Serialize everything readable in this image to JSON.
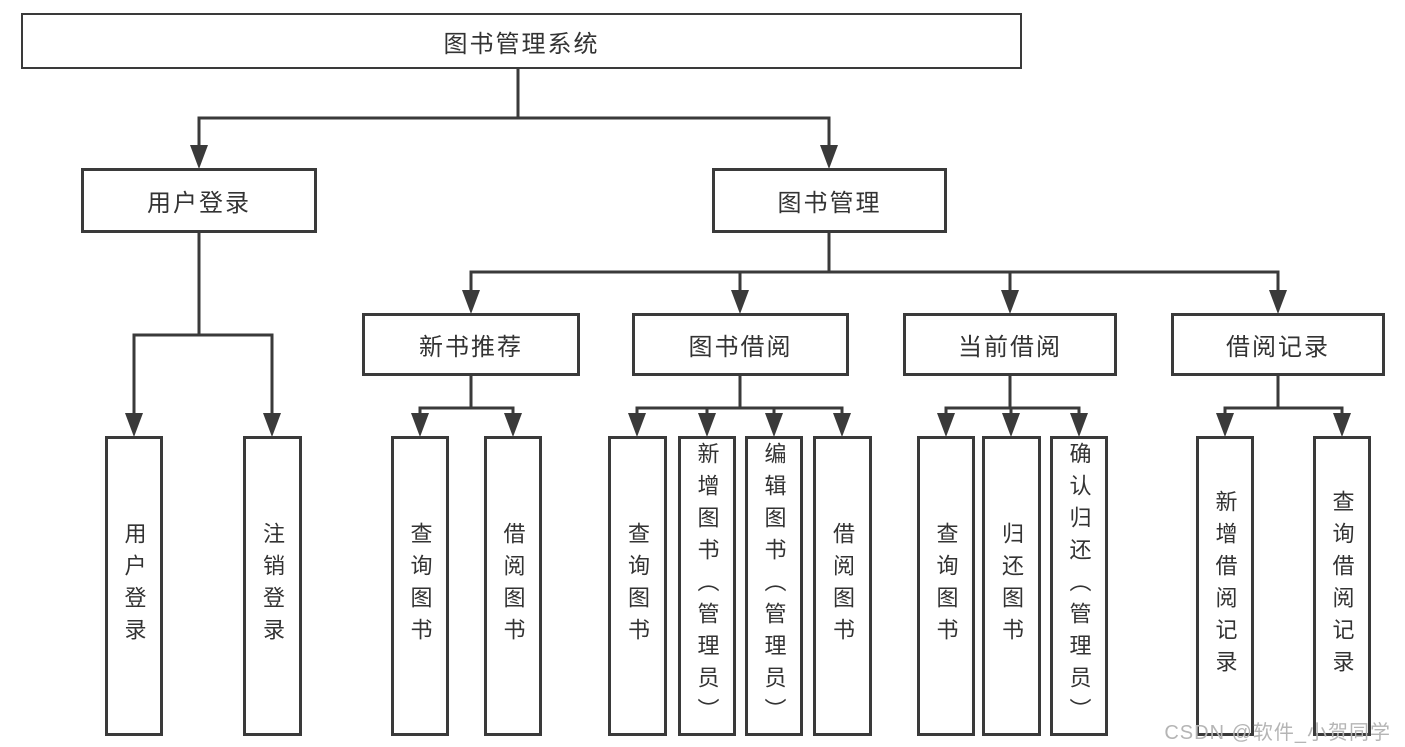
{
  "colors": {
    "line": "#3a3a3a",
    "box_border": "#3a3a3a",
    "text": "#333333",
    "watermark": "#b5b5b5",
    "background": "#ffffff"
  },
  "tree": {
    "root": {
      "label": "图书管理系统"
    },
    "branches": [
      {
        "label": "用户登录",
        "leaves": [
          "用户登录",
          "注销登录"
        ]
      },
      {
        "label": "图书管理",
        "sections": [
          {
            "label": "新书推荐",
            "leaves": [
              "查询图书",
              "借阅图书"
            ]
          },
          {
            "label": "图书借阅",
            "leaves": [
              "查询图书",
              "新增图书（管理员）",
              "编辑图书（管理员）",
              "借阅图书"
            ]
          },
          {
            "label": "当前借阅",
            "leaves": [
              "查询图书",
              "归还图书",
              "确认归还（管理员）"
            ]
          },
          {
            "label": "借阅记录",
            "leaves": [
              "新增借阅记录",
              "查询借阅记录"
            ]
          }
        ]
      }
    ]
  },
  "watermark": {
    "text": "CSDN @软件_小贺同学"
  }
}
